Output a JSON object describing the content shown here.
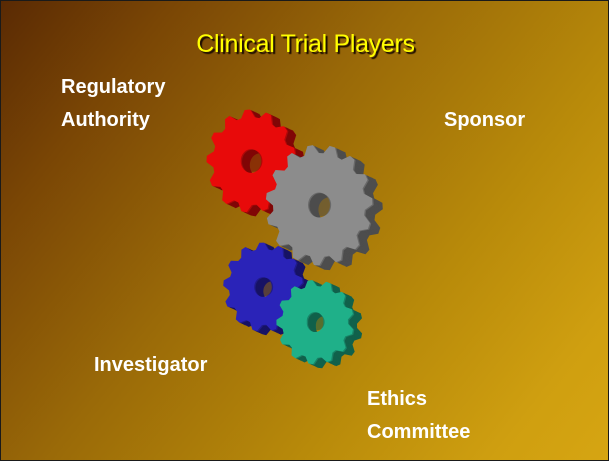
{
  "slide": {
    "title": "Clinical Trial Players",
    "labels": {
      "regulatory_line1": "Regulatory",
      "regulatory_line2": "Authority",
      "sponsor": "Sponsor",
      "investigator": "Investigator",
      "ethics_line1": "Ethics",
      "ethics_line2": "Committee"
    },
    "colors": {
      "title": "#ffff00",
      "labels": "#ffffff",
      "gear_red": "#e80a0a",
      "gear_gray": "#8c8c8c",
      "gear_blue": "#2a23b8",
      "gear_teal": "#1fb089"
    },
    "gears": [
      {
        "name": "red-gear-icon",
        "color_key": "gear_red"
      },
      {
        "name": "gray-gear-icon",
        "color_key": "gear_gray"
      },
      {
        "name": "blue-gear-icon",
        "color_key": "gear_blue"
      },
      {
        "name": "teal-gear-icon",
        "color_key": "gear_teal"
      }
    ]
  }
}
